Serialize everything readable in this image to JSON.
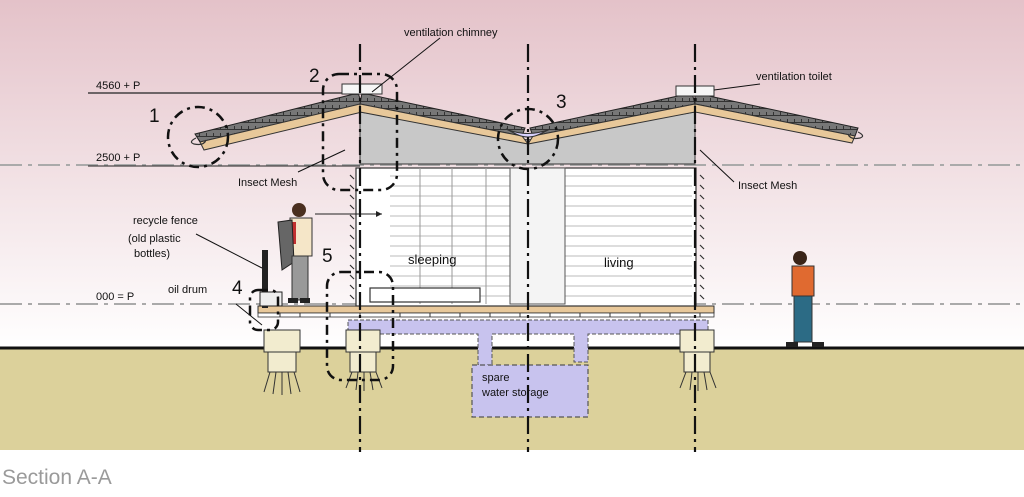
{
  "labels": {
    "ventilation_chimney": "ventilation chimney",
    "ventilation_toilet": "ventilation  toilet",
    "insect_mesh_left": "Insect Mesh",
    "insect_mesh_right": "Insect Mesh",
    "recycle_fence_1": "recycle fence",
    "recycle_fence_2": "(old plastic",
    "recycle_fence_3": "bottles)",
    "oil_drum": "oil drum",
    "sleeping": "sleeping",
    "living": "living",
    "spare_water_1": "spare",
    "spare_water_2": "water storage"
  },
  "levels": {
    "top": "4560 + P",
    "mid": "2500 + P",
    "floor": "000 = P"
  },
  "details": {
    "d1": "1",
    "d2": "2",
    "d3": "3",
    "d4": "4",
    "d5": "5"
  },
  "caption": "Section A-A",
  "colors": {
    "sky_top": "#e4c2c9",
    "sky_bottom": "#ffffff",
    "ground": "#dcd19b",
    "roof_timber": "#e8c89a",
    "roof_fill": "#c8c8c8",
    "water_pipe": "#c8c3ee",
    "caption": "#9a9a9a"
  }
}
